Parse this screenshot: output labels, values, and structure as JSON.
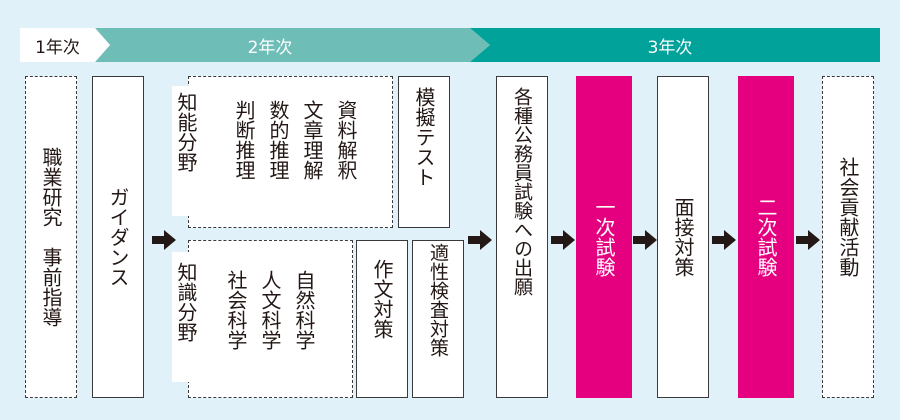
{
  "timeline": [
    {
      "label": "1年次",
      "color": "#ffffff",
      "text_color": "#231815"
    },
    {
      "label": "2年次",
      "color": "#6fbdb7",
      "text_color": "#ffffff"
    },
    {
      "label": "3年次",
      "color": "#00a29a",
      "text_color": "#ffffff"
    }
  ],
  "steps": {
    "career": "職業研究　事前指導",
    "guidance": "ガイダンス",
    "chishiki_noryoku": "知能分野",
    "handan": "判断推理",
    "suteki": "数的推理",
    "bunsho": "文章理解",
    "shiryo": "資料解釈",
    "mogi": "模擬テスト",
    "chishiki_bunya": "知識分野",
    "shakai": "社会科学",
    "jinbun": "人文科学",
    "shizen": "自然科学",
    "sakubun": "作文対策",
    "tekisei": "適性検査対策",
    "apply": "各種公務員試験への出願",
    "first_exam": "一次試験",
    "interview": "面接対策",
    "second_exam": "二次試験",
    "social": "社会貢献活動"
  },
  "colors": {
    "accent_pink": "#e4007f",
    "teal_dark": "#00a29a",
    "teal_light": "#6fbdb7",
    "background": "#e1f1fa"
  },
  "icons": {
    "arrow": "right-arrow-icon"
  }
}
